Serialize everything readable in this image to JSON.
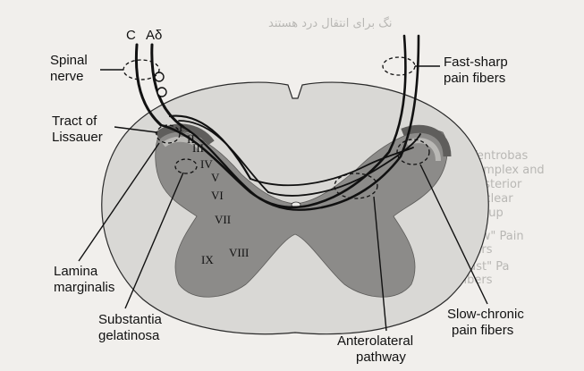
{
  "diagram": {
    "fiber_labels": {
      "c": "C",
      "a_delta": "Aδ"
    },
    "labels": {
      "spinal_nerve": [
        "Spinal",
        "nerve"
      ],
      "tract_of_lissauer": [
        "Tract of",
        "Lissauer"
      ],
      "fast_sharp": [
        "Fast-sharp",
        "pain fibers"
      ],
      "lamina_marginalis": [
        "Lamina",
        "marginalis"
      ],
      "substantia_gelatinosa": [
        "Substantia",
        "gelatinosa"
      ],
      "anterolateral_pathway": [
        "Anterolateral",
        "pathway"
      ],
      "slow_chronic": [
        "Slow-chronic",
        "pain fibers"
      ]
    },
    "laminae": [
      "I",
      "II",
      "III",
      "IV",
      "V",
      "VI",
      "VII",
      "VIII",
      "IX"
    ]
  },
  "background_page": {
    "header_line": "نگ برای انتقال درد هستند",
    "right_column": [
      "Ventrobas",
      "complex and",
      "posterior",
      "nuclear",
      "group"
    ],
    "boxes": [
      "\"Slow\" Pain",
      "Fibers",
      "\"Fast\" Pa",
      "Fibers"
    ]
  },
  "colors": {
    "gray_matter": "#8c8b89",
    "white_matter": "#d9d8d5",
    "dorsal_horn_dark": "#6f6e6c",
    "ink": "#111111"
  }
}
